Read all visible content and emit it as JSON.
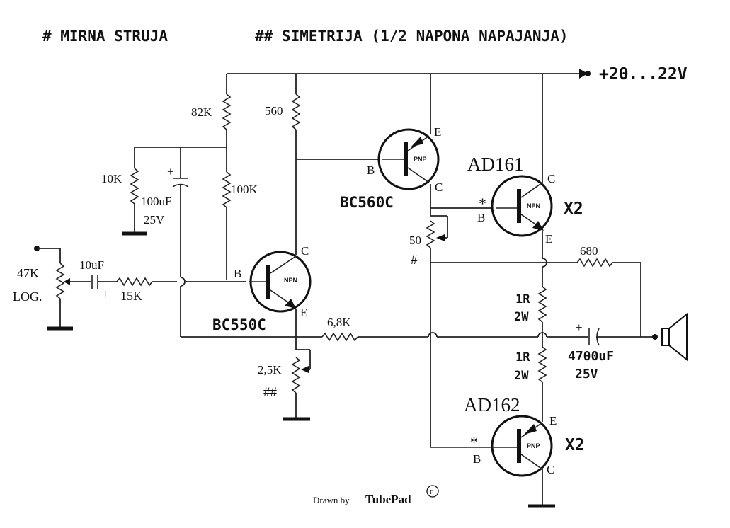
{
  "header": {
    "left": "# MIRNA STRUJA",
    "right": "## SIMETRIJA (1/2 NAPONA NAPAJANJA)"
  },
  "supply": {
    "label": "+20...22V"
  },
  "input": {
    "pot_value": "47K",
    "pot_type": "LOG.",
    "cap": "10uF",
    "cap_plus": "+",
    "resistor": "15K"
  },
  "bias": {
    "r_top": "82K",
    "r_bottom": "100K",
    "r_left": "10K",
    "cap": "100uF",
    "cap_voltage": "25V",
    "cap_plus": "+"
  },
  "q1": {
    "name": "BC550C",
    "type": "NPN",
    "b": "B",
    "c": "C",
    "e": "E"
  },
  "q2": {
    "name": "BC560C",
    "type": "PNP",
    "b": "B",
    "c": "C",
    "e": "E"
  },
  "q3": {
    "name": "AD161",
    "type": "NPN",
    "b": "B",
    "c": "C",
    "e": "E",
    "mult": "X2",
    "star": "*"
  },
  "q4": {
    "name": "AD162",
    "type": "PNP",
    "b": "B",
    "c": "C",
    "e": "E",
    "mult": "X2",
    "star": "*"
  },
  "misc": {
    "r560": "560",
    "trim50": "50",
    "trim50_mark": "#",
    "r680": "680",
    "r68k": "6,8K",
    "trim25": "2,5K",
    "trim25_mark": "##",
    "r1_top_val": "1R",
    "r1_top_w": "2W",
    "r1_bot_val": "1R",
    "r1_bot_w": "2W",
    "cout": "4700uF",
    "cout_v": "25V",
    "cout_plus": "+"
  },
  "credit": {
    "prefix": "Drawn by",
    "name": "TubePad",
    "mark": "r"
  }
}
